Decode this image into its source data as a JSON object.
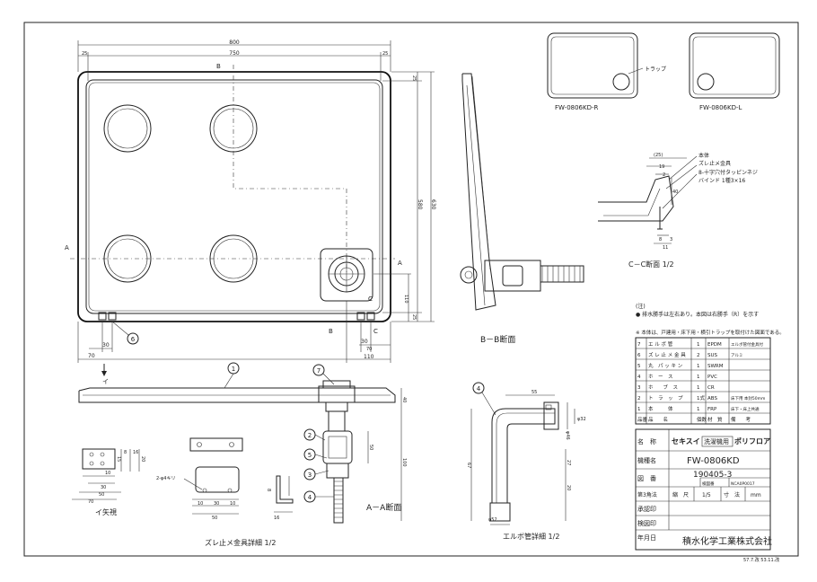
{
  "dimensions": {
    "plan_width": "800",
    "inner_width": "750",
    "margin_left": "25",
    "margin_right": "25",
    "plan_height_inner": "580",
    "plan_height": "630",
    "top_margin": "25",
    "bottom_margin": "25",
    "trap_offset_y": "110",
    "trap_offset_x": "110",
    "bracket_30": "30",
    "bracket_70": "70",
    "right_30": "30",
    "right_70": "70",
    "height_40": "40",
    "height_50": "50",
    "height_100": "100"
  },
  "section_marks": {
    "a": "A",
    "b": "B",
    "c": "C",
    "i": "イ"
  },
  "variants": {
    "right": "FW-0806KD-R",
    "left": "FW-0806KD-L",
    "trap_label": "トラップ"
  },
  "cc_detail": {
    "labels": [
      "本体",
      "ズレ止メ金具",
      "8-十字穴付タッピンネジ",
      "バインド 1種3×16"
    ],
    "dims": [
      "(25)",
      "19",
      "2",
      "40",
      "8",
      "3",
      "11"
    ],
    "title": "C－C断面 1/2"
  },
  "notes": {
    "header": "(注)",
    "line1": "● 排水勝手は左右あり。本図は右勝手（R）を示す"
  },
  "parts_table": {
    "caption": "※ 本体は、戸建用・床下用・横引トラップを取付けた図面である。",
    "columns": [
      "品番",
      "品　　名",
      "個数",
      "材　質",
      "備　　考"
    ],
    "rows": [
      [
        "7",
        "エ ル ボ 管",
        "1",
        "EPDM",
        "エルボ管付金具付"
      ],
      [
        "6",
        "ズ レ 止 メ 金 具",
        "2",
        "SUS",
        "アルミ"
      ],
      [
        "5",
        "丸　パ ッ キ ン",
        "1",
        "SWRM",
        ""
      ],
      [
        "4",
        "ホ　ー　ス",
        "1",
        "PVC",
        ""
      ],
      [
        "3",
        "ホ　　ブ　ス",
        "1",
        "CR",
        ""
      ],
      [
        "2",
        "ト　ラ　ッ　プ",
        "1式",
        "ABS",
        "床下用 本封50mm"
      ],
      [
        "1",
        "本　　　体",
        "1",
        "FRP",
        "床下・床上共通"
      ]
    ]
  },
  "title_block": {
    "name_label": "名　称",
    "name_brand": "セキスイ",
    "name_type": "洗濯機用",
    "name_product": "ポリフロア",
    "model_label": "機種名",
    "model_value": "FW-0806KD",
    "drawing_label": "図　番",
    "drawing_value": "190405-3",
    "check_no_label": "検図番",
    "check_no_value": "NCA0P0017",
    "projection_label": "第3角法",
    "scale_label": "縮　尺",
    "scale_value": "1/5",
    "unit_label": "寸　法",
    "unit_value": "mm",
    "approval_label": "承認印",
    "check_label": "検図印",
    "date_label": "年月日",
    "company": "積水化学工業株式会社",
    "revision": "57.7.改 53.11.改"
  },
  "captions": {
    "bb": "B－B断面",
    "aa": "A－A断面",
    "i_view": "イ矢視",
    "bracket": "ズレ止メ金具詳細 1/2",
    "elbow": "エルボ管詳細 1/2",
    "holes": "2-φ4キリ"
  },
  "balloons": [
    "1",
    "2",
    "3",
    "4",
    "5",
    "6",
    "7"
  ],
  "elbow_dims": [
    "55",
    "φ32",
    "φ46",
    "27",
    "67",
    "20",
    "φ52"
  ],
  "bracket_dims": [
    "15",
    "8",
    "16",
    "20",
    "10",
    "30",
    "10",
    "50",
    "30",
    "50",
    "70",
    "8",
    "16"
  ]
}
